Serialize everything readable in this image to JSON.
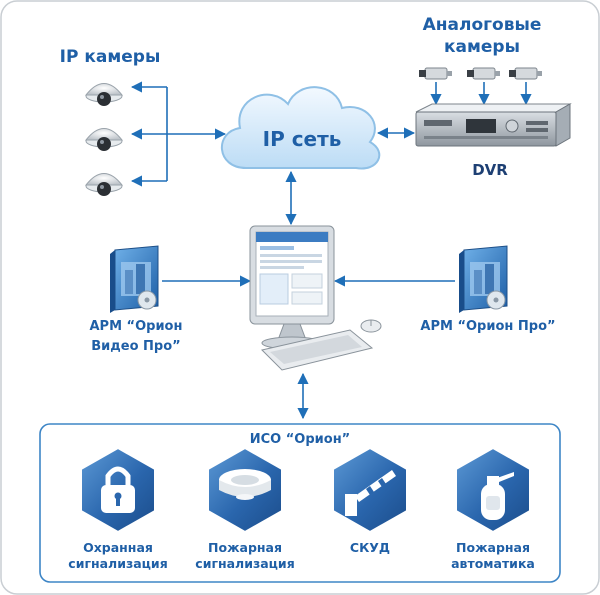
{
  "labels": {
    "ip_cameras": "IP камеры",
    "analog_cameras_line1": "Аналоговые",
    "analog_cameras_line2": "камеры",
    "ip_network": "IP сеть",
    "dvr": "DVR",
    "arm_video_line1": "АРМ “Орион",
    "arm_video_line2": "Видео Про”",
    "arm_orion_pro": "АРМ “Орион Про”",
    "iso_orion": "ИСО “Орион”"
  },
  "modules": [
    {
      "line1": "Охранная",
      "line2": "сигнализация",
      "icon": "padlock-icon"
    },
    {
      "line1": "Пожарная",
      "line2": "сигнализация",
      "icon": "smoke-detector-icon"
    },
    {
      "line1": "СКУД",
      "line2": "",
      "icon": "door-barrier-icon"
    },
    {
      "line1": "Пожарная",
      "line2": "автоматика",
      "icon": "fire-extinguisher-icon"
    }
  ],
  "colors": {
    "label_blue": "#1f5fa6",
    "arrow_blue": "#1f6fb8",
    "panel_border": "#3d85c6",
    "hex_blue": "#2d6fb6",
    "cloud_blue": "#cfe6f8"
  }
}
